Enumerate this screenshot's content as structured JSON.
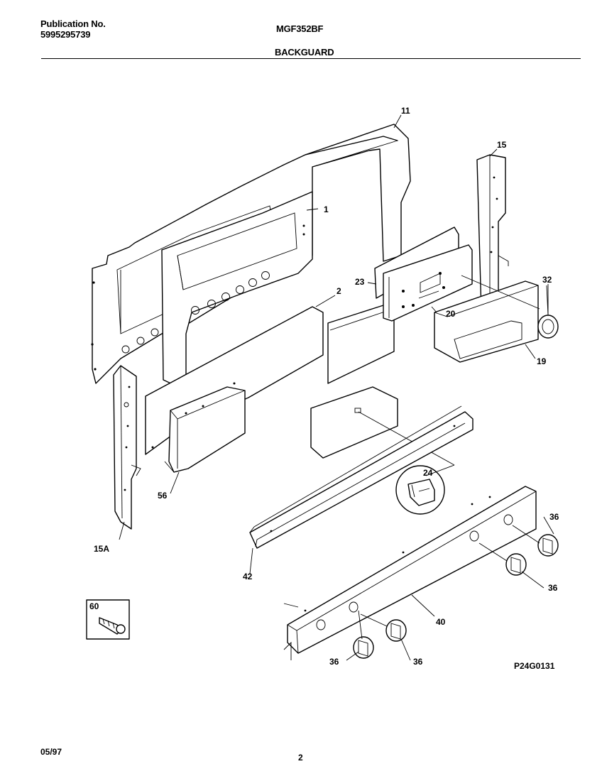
{
  "header": {
    "publication_label": "Publication No.",
    "publication_number": "5995295739",
    "model": "MGF352BF",
    "section_title": "BACKGUARD"
  },
  "callouts": {
    "c1": "1",
    "c2": "2",
    "c11": "11",
    "c15": "15",
    "c15a": "15A",
    "c19": "19",
    "c20": "20",
    "c23": "23",
    "c24": "24",
    "c32": "32",
    "c36a": "36",
    "c36b": "36",
    "c36c": "36",
    "c36d": "36",
    "c40": "40",
    "c42": "42",
    "c56": "56",
    "c60": "60"
  },
  "drawing_code": "P24G0131",
  "footer": {
    "date": "05/97",
    "page": "2"
  }
}
